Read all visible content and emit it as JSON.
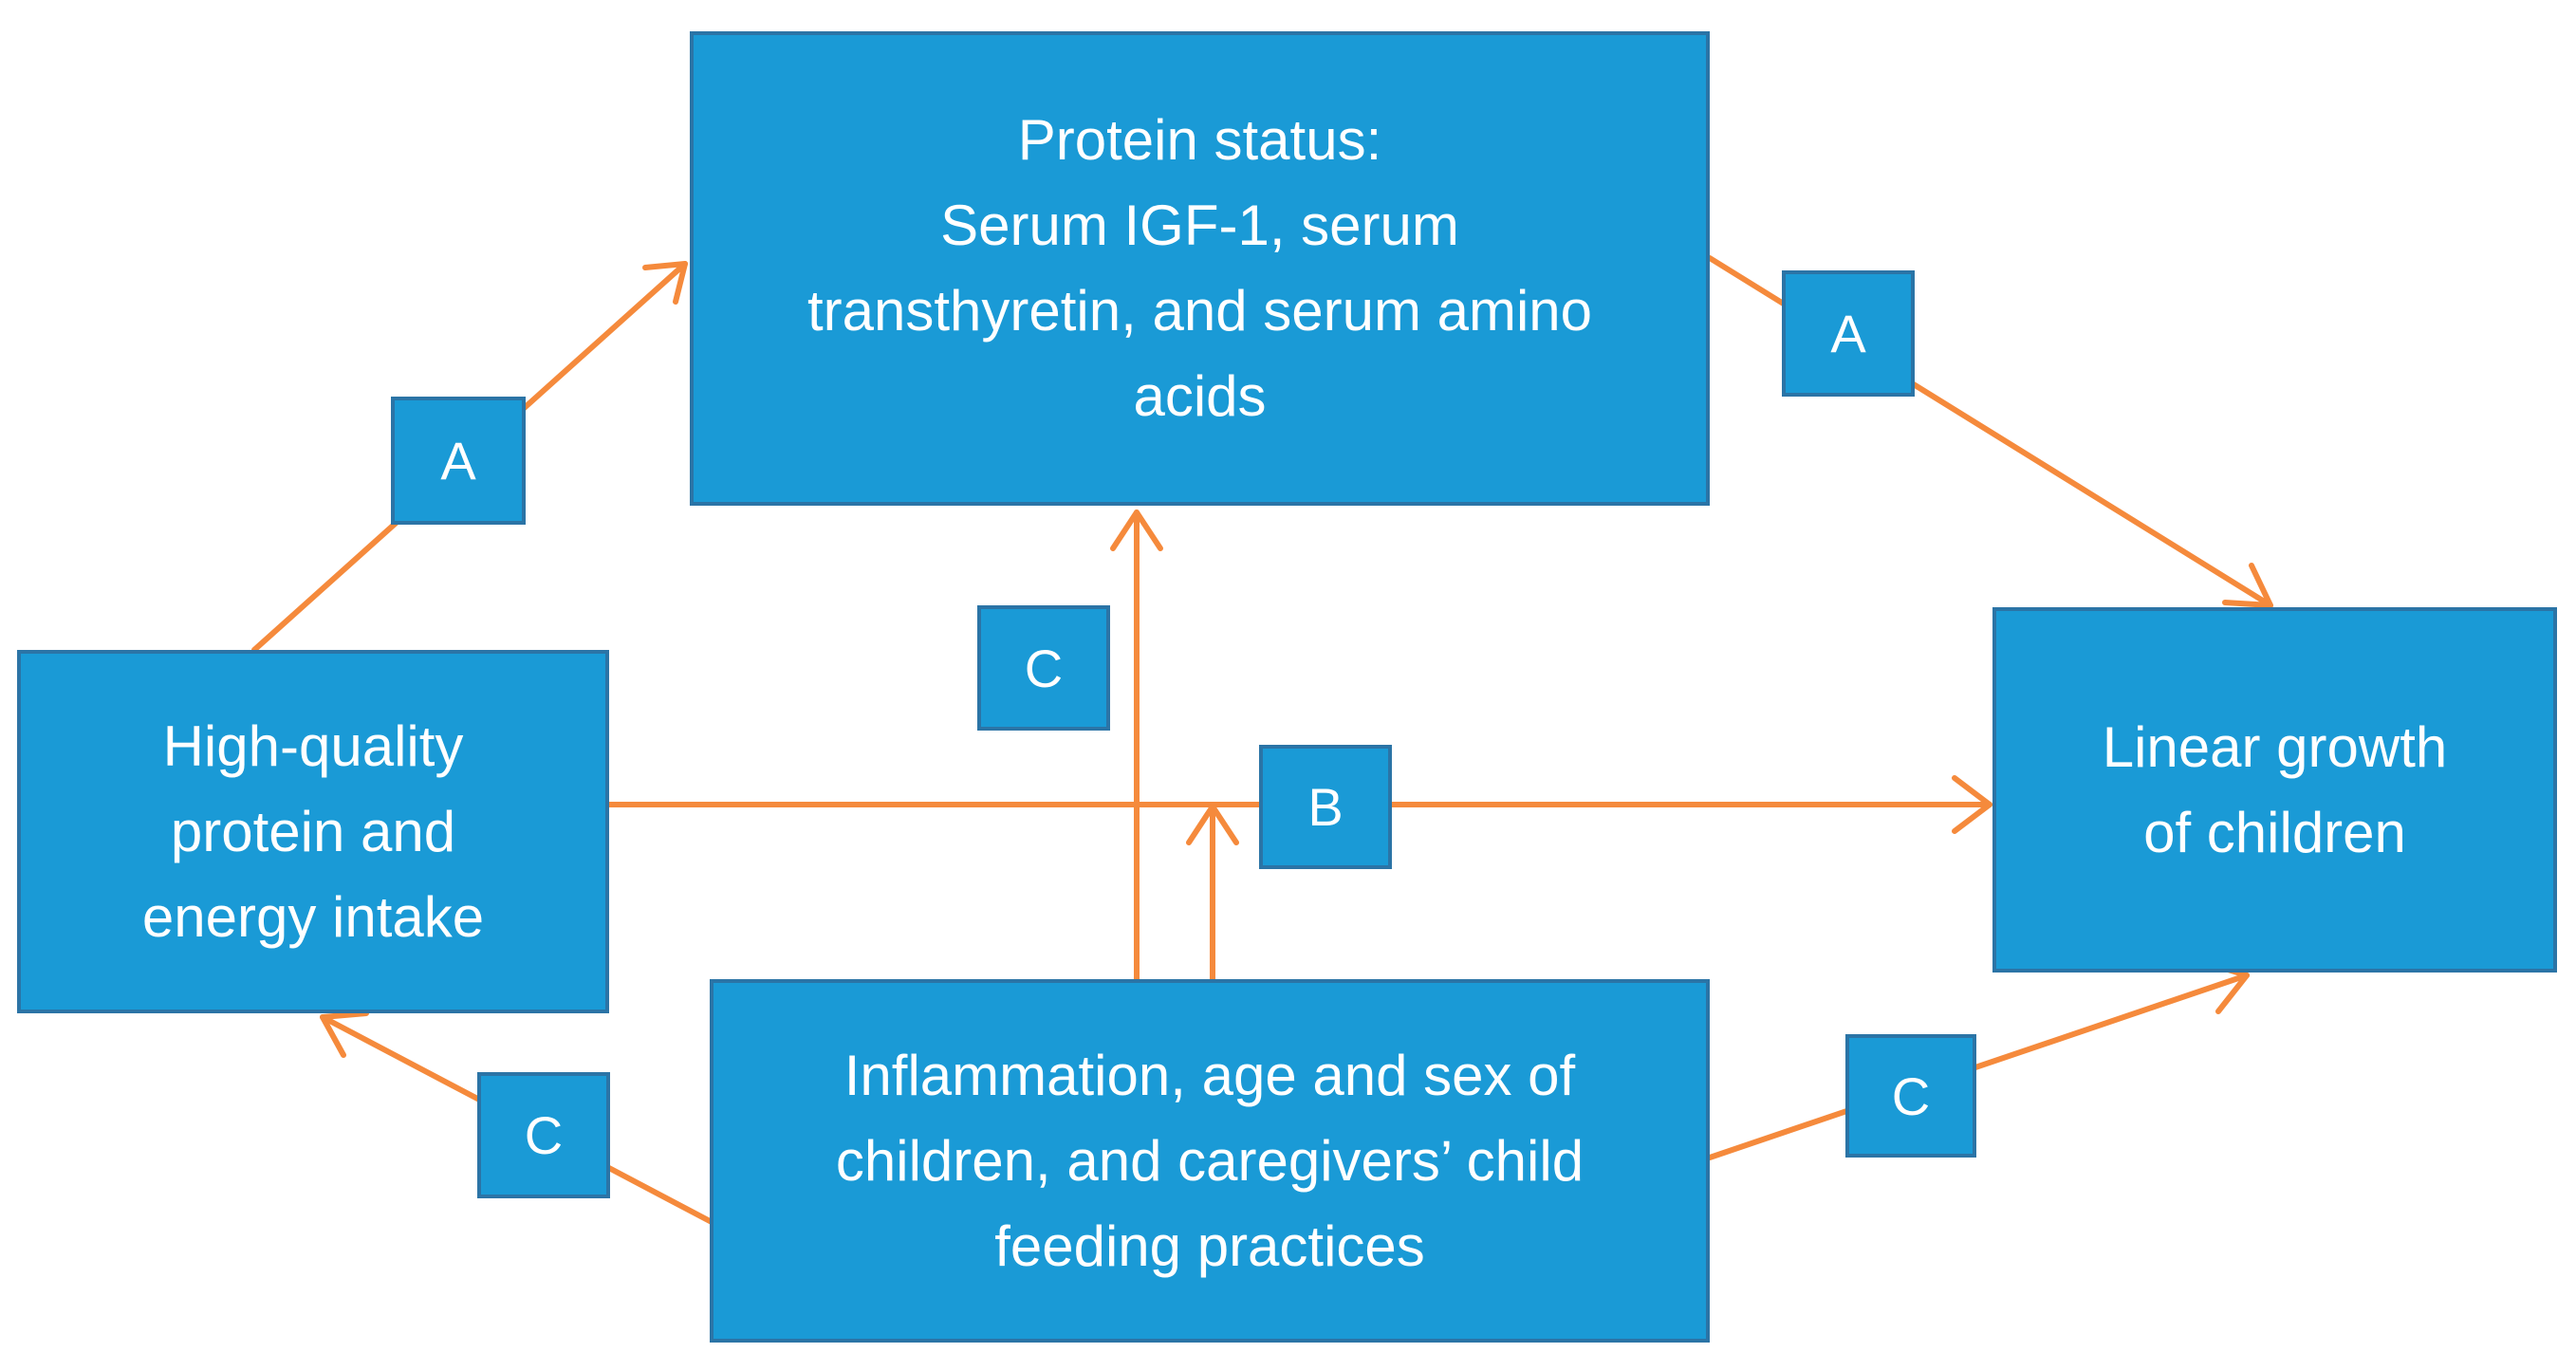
{
  "colors": {
    "box_fill": "#1a9ad6",
    "box_border": "#2b74a6",
    "text": "#ffffff",
    "arrow": "#f58a3c"
  },
  "nodes": {
    "protein_status": {
      "lines": [
        "Protein status:",
        "Serum IGF-1, serum",
        "transthyretin, and serum amino",
        "acids"
      ]
    },
    "intake": {
      "lines": [
        "High-quality",
        "protein and",
        "energy intake"
      ]
    },
    "growth": {
      "lines": [
        "Linear growth",
        "of children"
      ]
    },
    "modifiers": {
      "lines": [
        "Inflammation, age and sex of",
        "children, and caregivers’ child",
        "feeding practices"
      ]
    }
  },
  "edge_labels": {
    "intake_to_status": "A",
    "status_to_growth": "A",
    "intake_to_growth": "B",
    "modifiers_to_status": "C",
    "modifiers_to_intake": "C",
    "modifiers_to_growth": "C"
  }
}
